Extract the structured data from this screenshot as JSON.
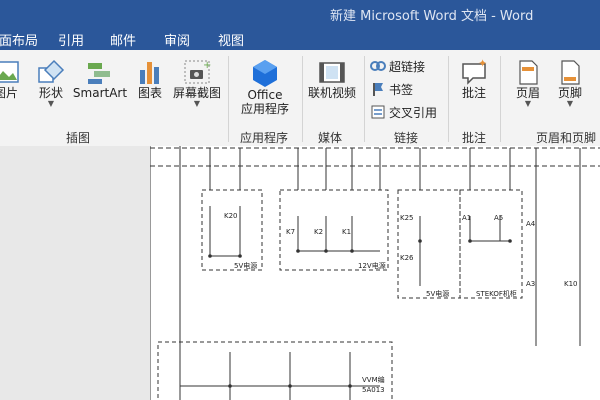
{
  "window": {
    "title": "新建 Microsoft Word 文档 - Word"
  },
  "menu": {
    "items": [
      "页面布局",
      "引用",
      "邮件",
      "审阅",
      "视图"
    ]
  },
  "ribbon": {
    "illustrations": {
      "picture": "图片",
      "shapes": "形状",
      "smartart": "SmartArt",
      "chart": "图表",
      "screenshot": "屏幕截图",
      "group": "插图"
    },
    "apps": {
      "office_line1": "Office",
      "office_line2": "应用程序",
      "group": "应用程序"
    },
    "media": {
      "online_video": "联机视频",
      "group": "媒体"
    },
    "links": {
      "hyperlink": "超链接",
      "bookmark": "书签",
      "cross_ref": "交叉引用",
      "group": "链接"
    },
    "comments": {
      "comment": "批注",
      "group": "批注"
    },
    "header_footer": {
      "header": "页眉",
      "footer": "页脚",
      "group": "页眉和页脚"
    }
  },
  "diagram": {
    "labels": {
      "k20": "K20",
      "k7": "K7",
      "k2": "K2",
      "k1": "K1",
      "k25": "K25",
      "k26": "K26",
      "a1": "A1",
      "a3": "A3",
      "a4": "A4",
      "a5": "A5",
      "k10": "K10",
      "box1": "5V电源",
      "box2": "12V电源",
      "box3": "5V电源",
      "box4": "STEKOF机柜",
      "vvm_1": "VVM编",
      "vvm_2": "5A013"
    }
  }
}
